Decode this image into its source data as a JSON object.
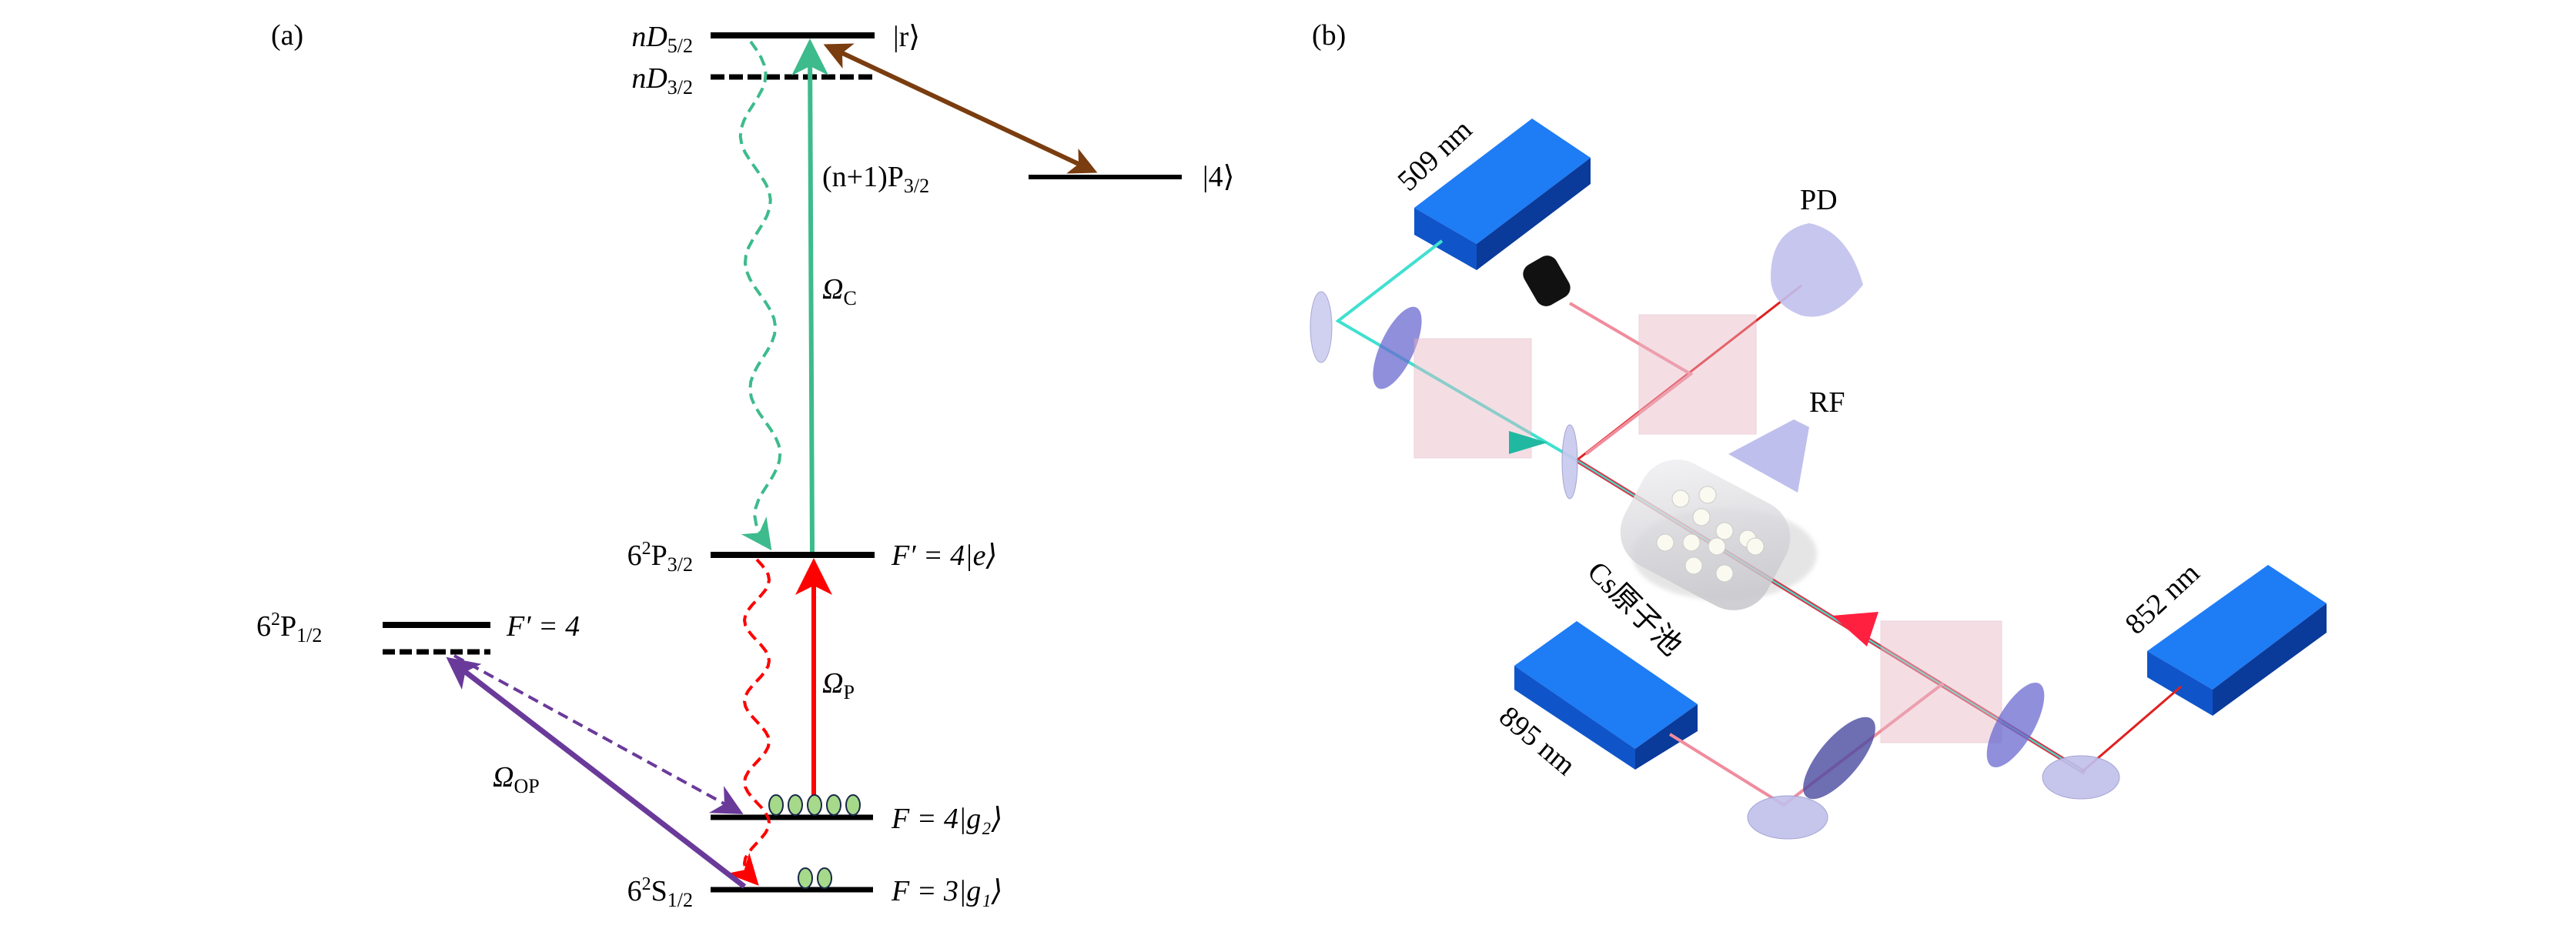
{
  "colors": {
    "coupling": "#3dbb8c",
    "probe": "#ff0000",
    "rf_transition": "#7a3d0f",
    "optical_pumping": "#6a3a9a",
    "laser_box": "#1166ee",
    "atoms": "#a6d98a"
  },
  "panel_a": {
    "label": "(a)",
    "levels": {
      "nD52": {
        "name": "nD",
        "sub": "5/2",
        "state": "|r⟩"
      },
      "nD32": {
        "name": "nD",
        "sub": "3/2"
      },
      "nP32": {
        "name": "(n+1)P",
        "sub": "3/2",
        "state": "|4⟩"
      },
      "P32": {
        "name": "6",
        "sup": "2",
        "name2": "P",
        "sub": "3/2",
        "state": "F′ = 4|e⟩"
      },
      "P12": {
        "name": "6",
        "sup": "2",
        "name2": "P",
        "sub": "1/2",
        "state": "F′ = 4"
      },
      "g2": {
        "state": "F = 4|g₂⟩"
      },
      "S12": {
        "name": "6",
        "sup": "2",
        "name2": "S",
        "sub": "1/2",
        "state": "F = 3|g₁⟩"
      }
    },
    "rabi": {
      "coupling": {
        "sym": "Ω",
        "sub": "C"
      },
      "probe": {
        "sym": "Ω",
        "sub": "P"
      },
      "pump": {
        "sym": "Ω",
        "sub": "OP"
      }
    },
    "population": {
      "g2_atoms": 5,
      "g1_atoms": 2
    }
  },
  "panel_b": {
    "label": "(b)",
    "laser_509": "509 nm",
    "laser_852": "852 nm",
    "laser_895": "895 nm",
    "detector": "PD",
    "rf": "RF",
    "cell": "Cs原子池"
  }
}
